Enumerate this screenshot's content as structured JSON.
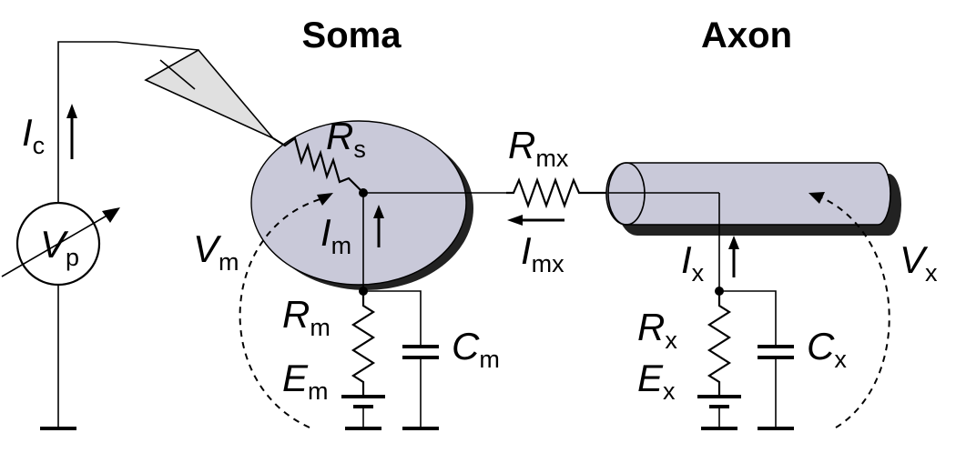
{
  "titles": {
    "soma": "Soma",
    "axon": "Axon"
  },
  "labels": {
    "Ic": {
      "main": "I",
      "sub": "c"
    },
    "Vp": {
      "main": "V",
      "sub": "p"
    },
    "Rs": {
      "main": "R",
      "sub": "s"
    },
    "Vm": {
      "main": "V",
      "sub": "m"
    },
    "Im": {
      "main": "I",
      "sub": "m"
    },
    "Rm": {
      "main": "R",
      "sub": "m"
    },
    "Em": {
      "main": "E",
      "sub": "m"
    },
    "Cm": {
      "main": "C",
      "sub": "m"
    },
    "Rmx": {
      "main": "R",
      "sub": "mx"
    },
    "Imx": {
      "main": "I",
      "sub": "mx"
    },
    "Ix": {
      "main": "I",
      "sub": "x"
    },
    "Rx": {
      "main": "R",
      "sub": "x"
    },
    "Ex": {
      "main": "E",
      "sub": "x"
    },
    "Cx": {
      "main": "C",
      "sub": "x"
    },
    "Vx": {
      "main": "V",
      "sub": "x"
    }
  },
  "colors": {
    "soma_fill": "#c9c9d9",
    "axon_fill": "#c9c9d9",
    "shadow": "#222222",
    "line": "#000000"
  }
}
